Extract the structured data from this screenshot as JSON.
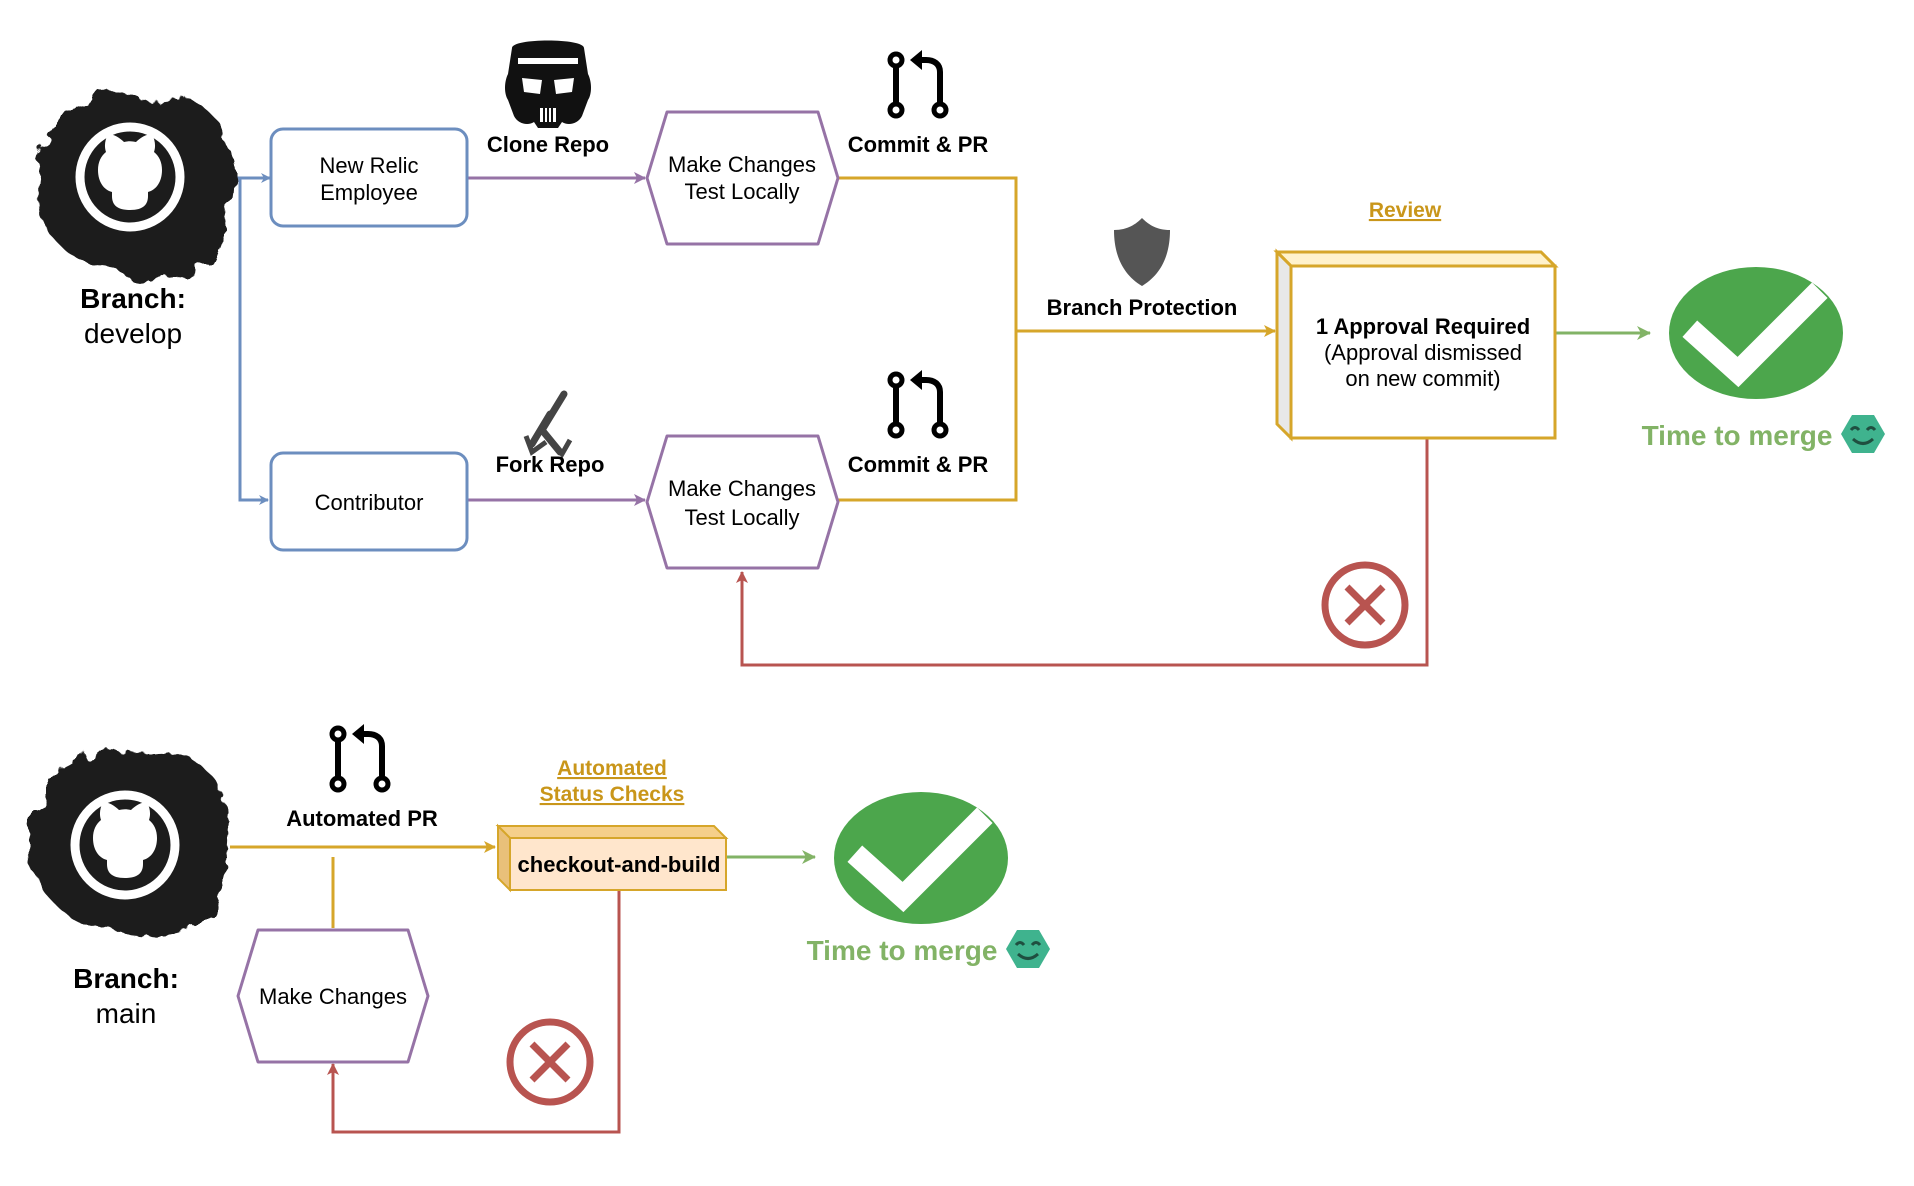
{
  "top_flow": {
    "branch_label_bold": "Branch:",
    "branch_label": "develop",
    "new_relic_employee": [
      "New Relic",
      "Employee"
    ],
    "contributor": "Contributor",
    "clone_repo": "Clone Repo",
    "fork_repo": "Fork Repo",
    "make_changes_1": [
      "Make Changes",
      "Test Locally"
    ],
    "make_changes_2": [
      "Make Changes",
      "Test Locally"
    ],
    "commit_pr_1": "Commit & PR",
    "commit_pr_2": "Commit & PR",
    "branch_protection": "Branch Protection",
    "review_title": "Review",
    "review_box": [
      "1 Approval Required",
      "(Approval dismissed",
      "on new commit)"
    ],
    "time_to_merge": "Time to merge"
  },
  "bottom_flow": {
    "branch_label_bold": "Branch:",
    "branch_label": "main",
    "automated_pr": "Automated PR",
    "status_checks_title": [
      "Automated",
      "Status Checks"
    ],
    "checkout_box": "checkout-and-build",
    "make_changes": "Make Changes",
    "time_to_merge": "Time to merge"
  },
  "icons": {
    "github": "github-octocat-icon",
    "stormtrooper": "stormtrooper-icon",
    "pull_request": "pull-request-icon",
    "fork": "fork-icon",
    "shield": "shield-icon",
    "check": "check-circle-icon",
    "reject": "x-circle-icon",
    "smiley": "smiley-hexagon-icon"
  },
  "colors": {
    "blue": "#6c8ebf",
    "purple": "#9673a6",
    "gold": "#d6a62a",
    "red": "#b85450",
    "green": "#82b366",
    "check_green": "#4ca64c"
  }
}
